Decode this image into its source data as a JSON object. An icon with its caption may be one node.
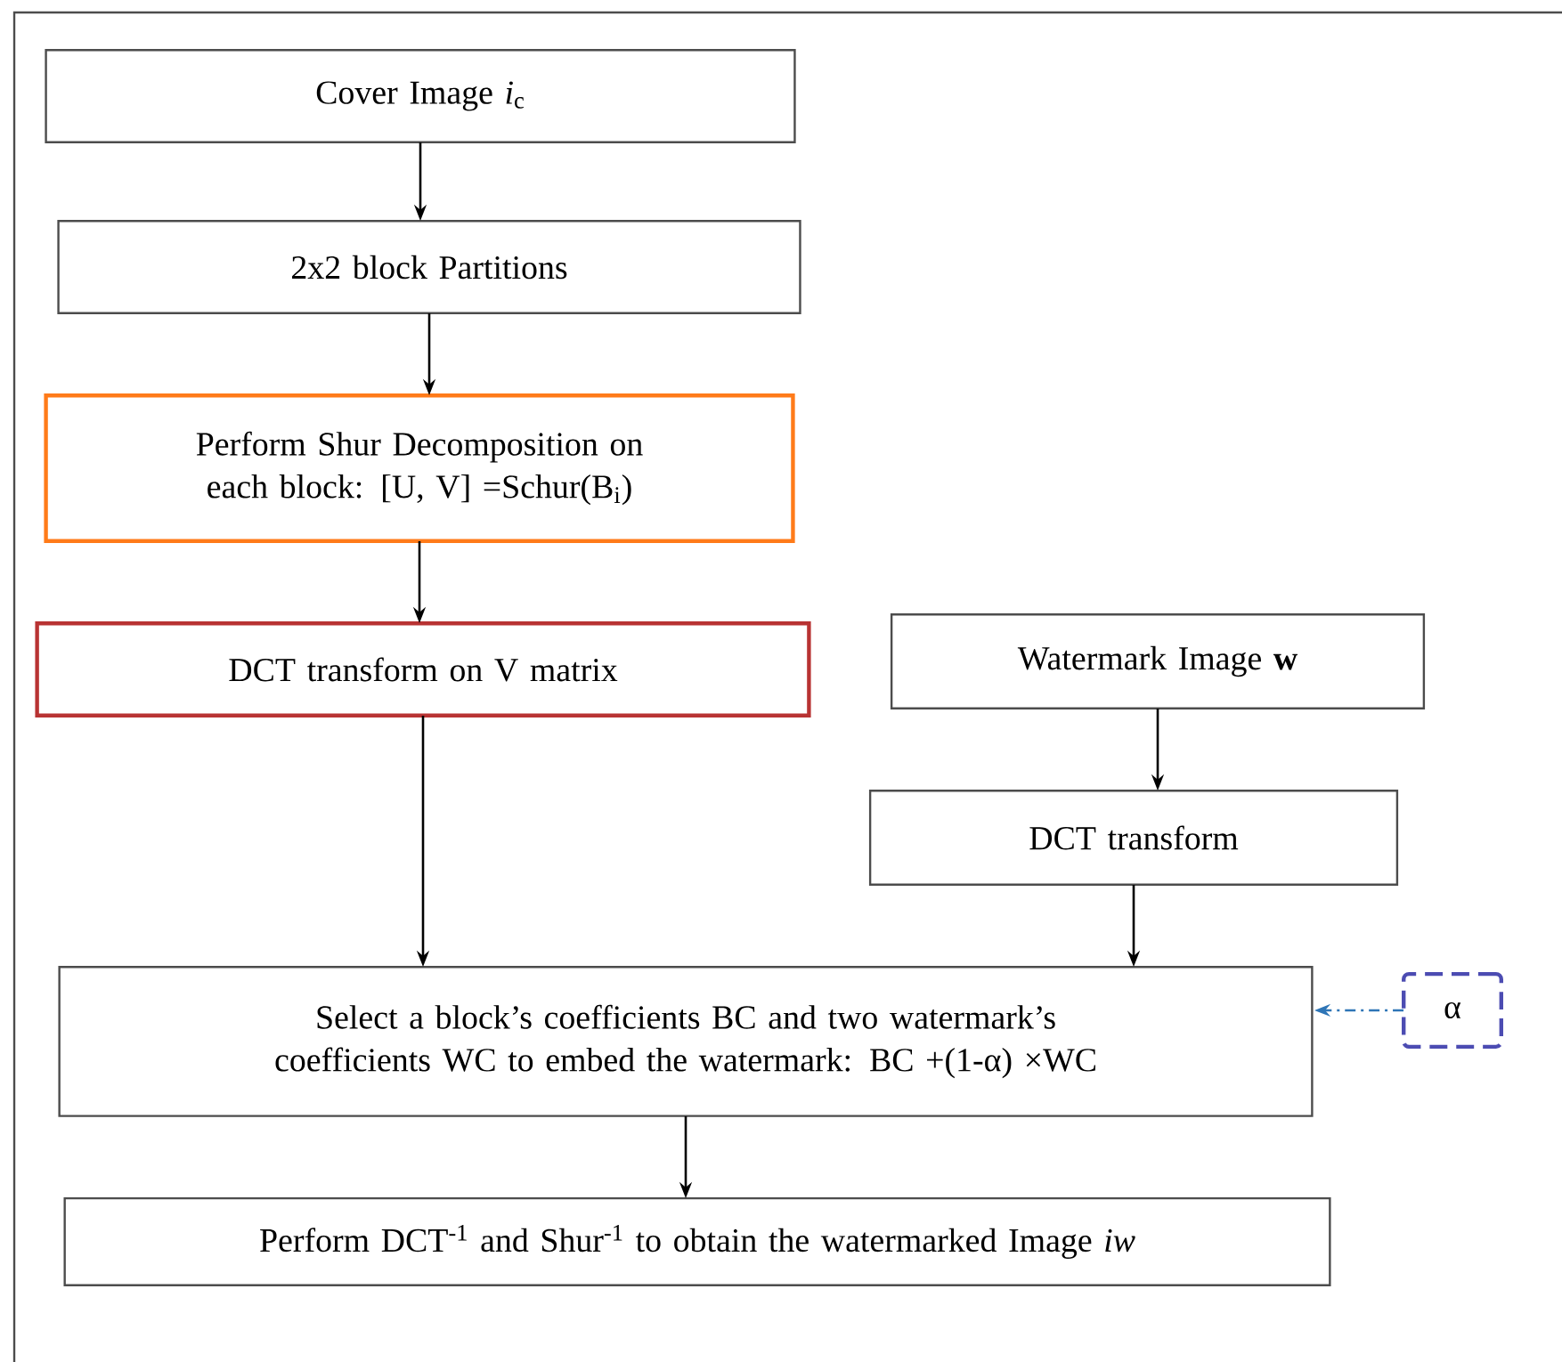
{
  "diagram": {
    "nodes": [
      {
        "text": [
          "Cover Image *i*$_{c}$"
        ]
      },
      {
        "text": [
          "2x2 block Partitions"
        ]
      },
      {
        "text": [
          "Perform Shur Decomposition on each block: [U, V] =Schur(B$_{i}$)"
        ]
      },
      {
        "text": [
          "DCT transform on V matrix"
        ]
      },
      {
        "text": [
          "Watermark Image **w**"
        ]
      },
      {
        "text": [
          "DCT transform"
        ]
      },
      {
        "text": [
          "Select a block’s coefficients BC and two watermark’s coefficients WC to embed the watermark: BC +(1-α) ×WC"
        ]
      },
      {
        "text": [
          "Perform DCT$^{-1}$ and Shur$^{-1}$ to obtain the watermarked Image *iw*"
        ]
      },
      {
        "text": [
          "α"
        ]
      }
    ],
    "edges": [
      {
        "from": 0,
        "to": 1,
        "arrow": "to"
      },
      {
        "from": 1,
        "to": 2,
        "arrow": "to"
      },
      {
        "from": 2,
        "to": 3,
        "arrow": "to"
      },
      {
        "from": 4,
        "to": 5,
        "arrow": "to"
      },
      {
        "from": 3,
        "to": 6,
        "arrow": "to"
      },
      {
        "from": 5,
        "to": 6,
        "arrow": "to"
      },
      {
        "from": 6,
        "to": 7,
        "arrow": "to"
      },
      {
        "from": 8,
        "to": 6,
        "arrow": "to",
        "style": "dashed",
        "color": "#2e75b6"
      }
    ]
  }
}
